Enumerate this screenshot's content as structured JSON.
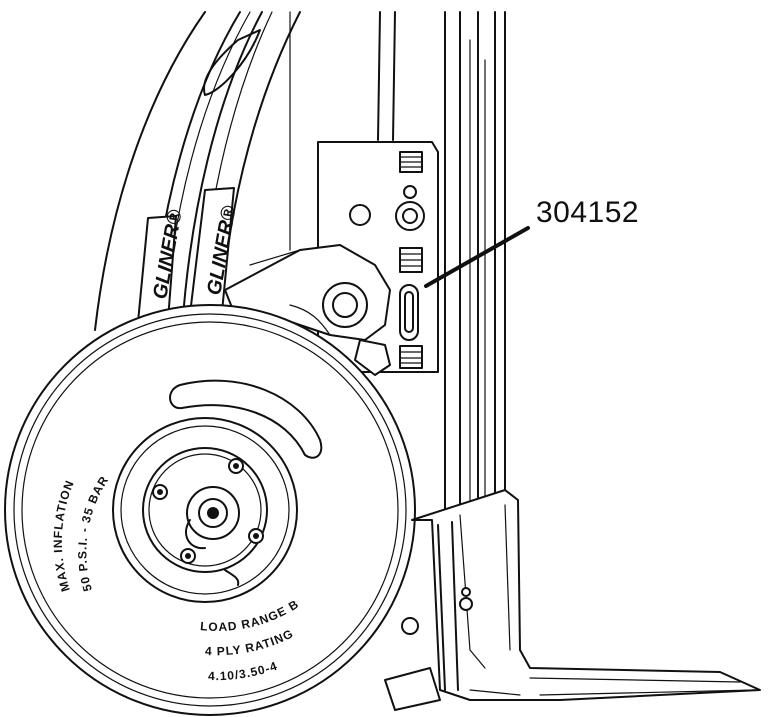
{
  "callout": {
    "part_number": "304152"
  },
  "tire": {
    "line1": "MAX. INFLATION",
    "line2": "50 P.S.I. - 35 BAR",
    "line3": "LOAD RANGE B",
    "line4": "4 PLY RATING",
    "line5": "4.10/3.50-4"
  },
  "frame": {
    "brand_label": "GLINER®"
  }
}
